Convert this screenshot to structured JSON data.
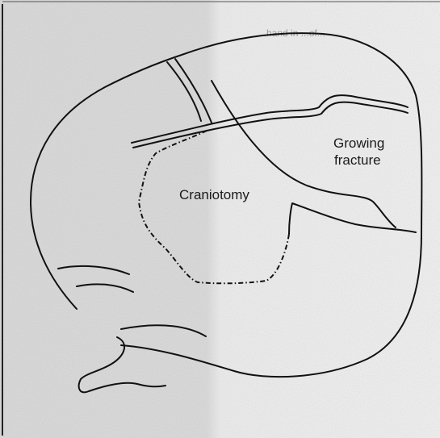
{
  "figure": {
    "labels": {
      "craniotomy": "Craniotomy",
      "growing_line1": "Growing",
      "growing_line2": "fracture"
    },
    "faint_header_text": "...hand in ...of..."
  }
}
